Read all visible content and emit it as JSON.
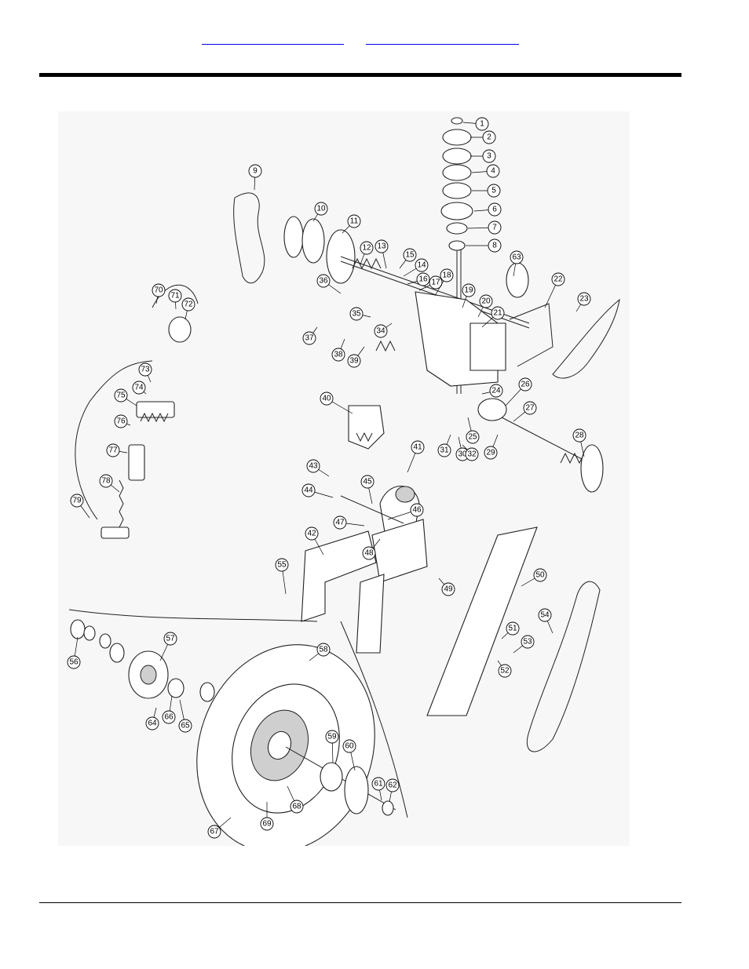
{
  "header": {
    "links": [
      {
        "text": ""
      },
      {
        "text": ""
      }
    ]
  },
  "diagram": {
    "type": "exploded-parts-view",
    "callouts": [
      "1",
      "2",
      "3",
      "4",
      "5",
      "6",
      "7",
      "8",
      "9",
      "10",
      "11",
      "12",
      "13",
      "14",
      "15",
      "16",
      "17",
      "18",
      "19",
      "20",
      "21",
      "22",
      "23",
      "24",
      "25",
      "26",
      "27",
      "28",
      "29",
      "30",
      "31",
      "32",
      "34",
      "35",
      "36",
      "37",
      "38",
      "39",
      "40",
      "41",
      "42",
      "43",
      "44",
      "45",
      "46",
      "47",
      "48",
      "49",
      "50",
      "51",
      "52",
      "53",
      "54",
      "55",
      "56",
      "57",
      "58",
      "59",
      "60",
      "61",
      "62",
      "63",
      "64",
      "65",
      "66",
      "67",
      "68",
      "69",
      "70",
      "71",
      "72",
      "73",
      "74",
      "75",
      "76",
      "77",
      "78",
      "79"
    ]
  }
}
